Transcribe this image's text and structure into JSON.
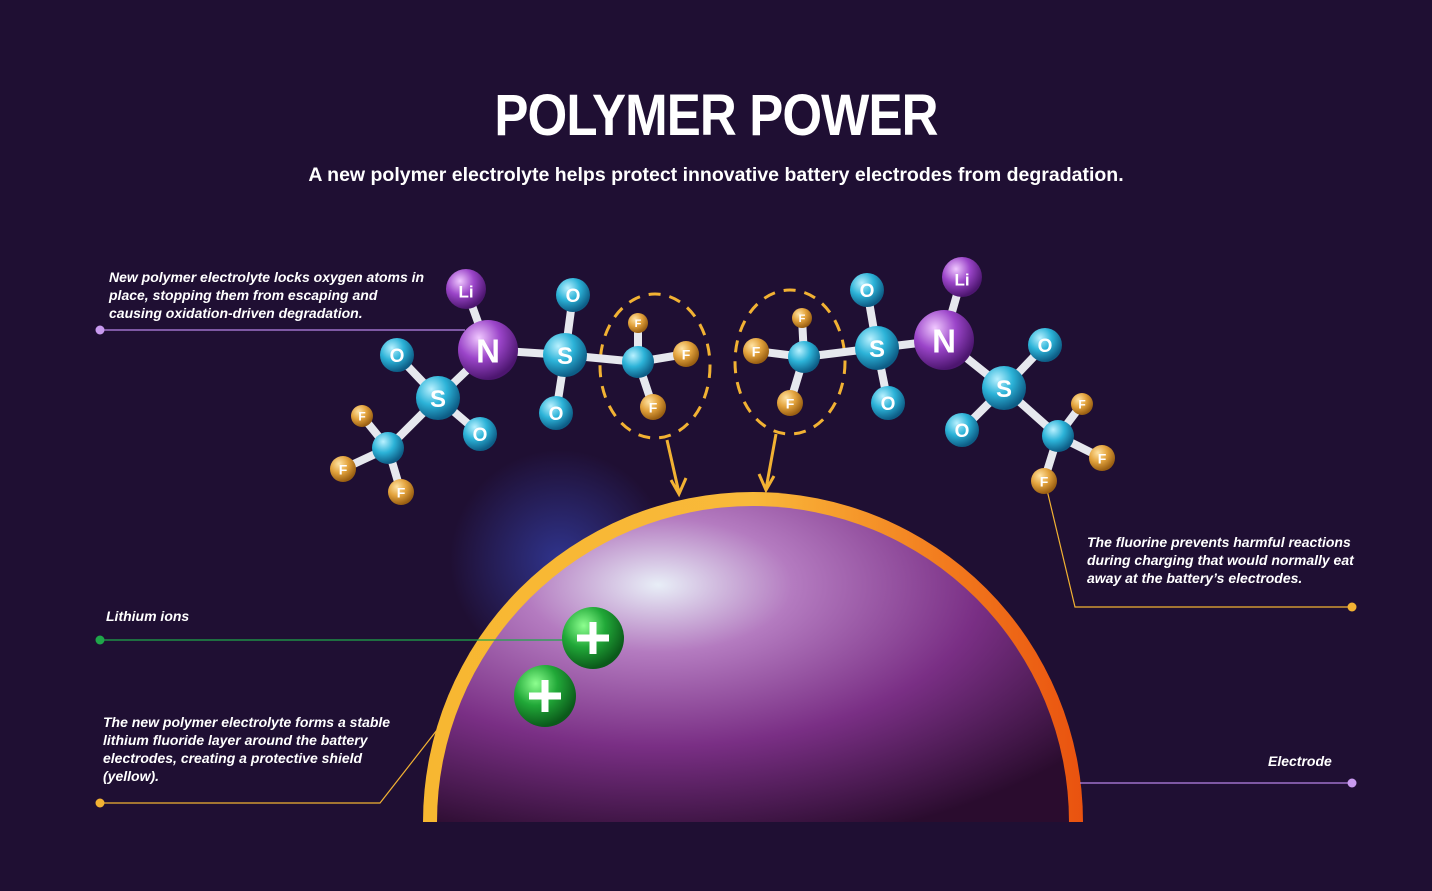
{
  "header": {
    "title": "POLYMER POWER",
    "subtitle": "A new polymer electrolyte helps protect innovative battery electrodes from degradation."
  },
  "callouts": {
    "oxygen": "New polymer electrolyte locks oxygen atoms in place, stopping them from escaping and causing oxidation-driven degradation.",
    "fluorine": "The fluorine prevents harmful reactions during charging that would normally eat away at the battery’s electrodes.",
    "lithium": "Lithium ions",
    "layer": "The new polymer electrolyte forms a stable lithium fluoride layer around the battery electrodes, creating a protective shield (yellow).",
    "electrode": "Electrode"
  },
  "atom_labels": {
    "Li": "Li",
    "N": "N",
    "S": "S",
    "O": "O",
    "F": "F"
  },
  "colors": {
    "background": "#1f0f33",
    "oxygen_callout": "#b784e8",
    "lithium_callout": "#1fa64a",
    "fluorine_callout": "#f2b233",
    "electrode_callout": "#b784e8"
  }
}
